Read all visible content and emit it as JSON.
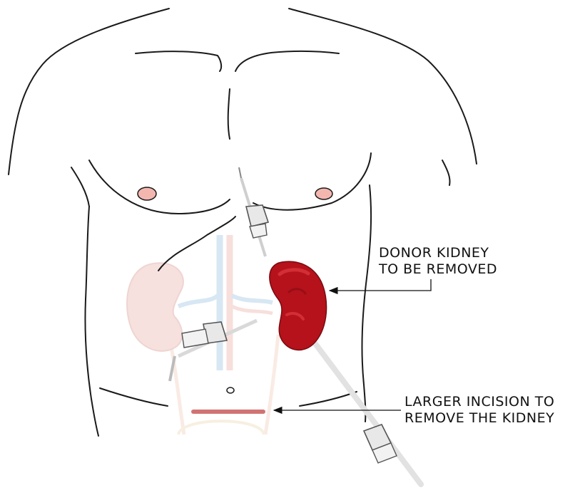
{
  "annotations": {
    "donor_kidney": [
      "DONOR KIDNEY",
      "TO BE REMOVED"
    ],
    "incision": [
      "LARGER INCISION TO",
      "REMOVE THE KIDNEY"
    ]
  },
  "colors": {
    "outline": "#1a1a1a",
    "donor_kidney": "#b5121b",
    "donor_kidney_highlight": "#d9363d",
    "faded_kidney": "#f0c9c4",
    "nipple": "#f4b7b0",
    "incision": "#c95a5a",
    "vessel_blue": "#b8d4ea",
    "vessel_red": "#f2c6c0",
    "trocar": "#e8e8e8",
    "trocar_stroke": "#555555"
  },
  "icons": [
    "arrow-icon"
  ]
}
